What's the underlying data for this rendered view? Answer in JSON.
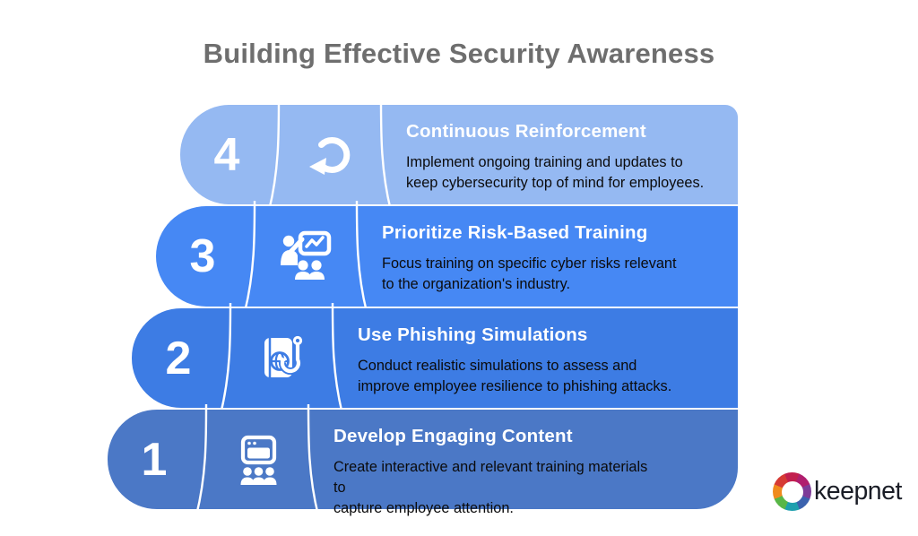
{
  "infographic": {
    "title": "Building Effective Security Awareness",
    "title_color": "#6e6e6e",
    "steps": [
      {
        "number": "4",
        "color": "#95B9F2",
        "icon": "refresh-icon",
        "title": "Continuous Reinforcement",
        "desc_lines": [
          "Implement ongoing training and updates to",
          "keep cybersecurity top of mind for employees."
        ]
      },
      {
        "number": "3",
        "color": "#4688F4",
        "icon": "training-presentation-icon",
        "title": "Prioritize Risk-Based Training",
        "desc_lines": [
          "Focus training on specific cyber risks relevant",
          "to the organization's industry."
        ]
      },
      {
        "number": "2",
        "color": "#3D7CE4",
        "icon": "phishing-simulation-icon",
        "title": "Use Phishing Simulations",
        "desc_lines": [
          "Conduct realistic simulations to assess and",
          "improve employee resilience to phishing attacks."
        ]
      },
      {
        "number": "1",
        "color": "#4B78C6",
        "icon": "engaging-content-icon",
        "title": "Develop Engaging Content",
        "desc_lines": [
          "Create interactive and relevant training materials to",
          "capture employee attention."
        ]
      }
    ],
    "brand": {
      "name": "keepnet",
      "text_color": "#1a1d26",
      "ring_colors": [
        "#D63A34",
        "#C21F4E",
        "#B01E6E",
        "#7D3C98",
        "#3B62AE",
        "#1E9FAE",
        "#58B647",
        "#F08A1D"
      ]
    }
  }
}
